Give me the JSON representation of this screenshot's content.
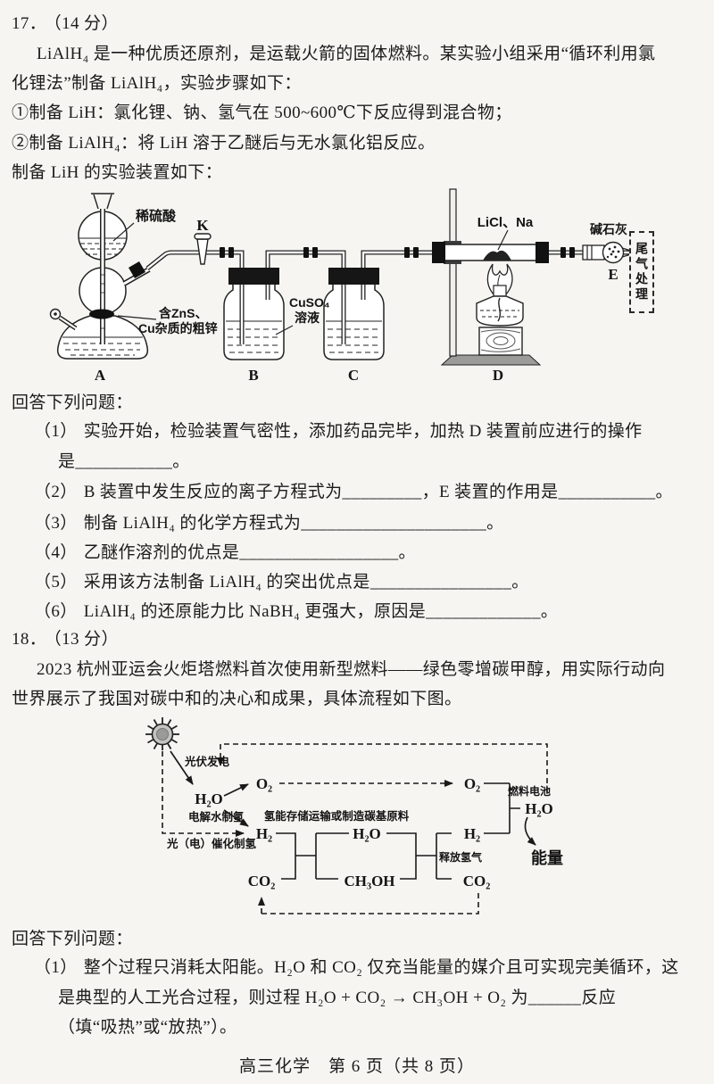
{
  "q17": {
    "number": "17．",
    "points": "（14 分）",
    "intro1": "LiAlH₄ 是一种优质还原剂，是运载火箭的固体燃料。某实验小组采用“循环利用氯",
    "intro2": "化锂法”制备 LiAlH₄，实验步骤如下：",
    "step1": "①制备 LiH：氯化锂、钠、氢气在 500~600℃下反应得到混合物；",
    "step2": "②制备 LiAlH₄：将 LiH 溶于乙醚后与无水氯化铝反应。",
    "setup": "制备 LiH 的实验装置如下：",
    "prompt": "回答下列问题：",
    "q1_num": "（1）",
    "q1_text": "实验开始，检验装置气密性，添加药品完毕，加热 D 装置前应进行的操作",
    "q1_cont": "是___________。",
    "q2_num": "（2）",
    "q2_text": "B 装置中发生反应的离子方程式为_________，E 装置的作用是___________。",
    "q3_num": "（3）",
    "q3_text": "制备 LiAlH₄ 的化学方程式为_____________________。",
    "q4_num": "（4）",
    "q4_text": "乙醚作溶剂的优点是__________________。",
    "q5_num": "（5）",
    "q5_text": "采用该方法制备 LiAlH₄ 的突出优点是________________。",
    "q6_num": "（6）",
    "q6_text": "LiAlH₄ 的还原能力比 NaBH₄ 更强大，原因是_____________。",
    "apparatus": {
      "labels": {
        "dilute_acid": "稀硫酸",
        "valve_k": "K",
        "zinc1": "含ZnS、",
        "zinc2": "Cu杂质的粗锌",
        "cuso4": "CuSO₄",
        "cuso4_2": "溶液",
        "licl_na": "LiCl、Na",
        "soda_lime": "碱石灰",
        "tail_gas": "尾气处理",
        "a": "A",
        "b": "B",
        "c": "C",
        "d": "D",
        "e": "E"
      }
    }
  },
  "q18": {
    "number": "18．",
    "points": "（13 分）",
    "intro1": "2023 杭州亚运会火炬塔燃料首次使用新型燃料——绿色零增碳甲醇，用实际行动向",
    "intro2": "世界展示了我国对碳中和的决心和成果，具体流程如下图。",
    "prompt": "回答下列问题：",
    "q1_num": "（1）",
    "q1_line1": "整个过程只消耗太阳能。H₂O 和 CO₂ 仅充当能量的媒介且可实现完美循环，这",
    "q1_line2": "是典型的人工光合过程，则过程 H₂O + CO₂ → CH₃OH + O₂ 为______反应",
    "q1_line3": "（填“吸热”或“放热”）。",
    "flow": {
      "pv": "光伏发电",
      "electrolysis": "电解水制氢",
      "photocat": "光（电）催化制氢",
      "storage": "氢能存储运输或制造碳基原料",
      "release": "释放氢气",
      "fuel_cell": "燃料电池",
      "energy": "能量",
      "h2o_left": "H₂O",
      "o2_left": "O₂",
      "h2_left": "H₂",
      "co2_left": "CO₂",
      "h2o_mid": "H₂O",
      "ch3oh": "CH₃OH",
      "h2_right": "H₂",
      "co2_right": "CO₂",
      "o2_right": "O₂",
      "h2o_right": "H₂O",
      "energy_label": "能量"
    }
  },
  "footer": "高三化学　第 6 页（共 8 页）"
}
